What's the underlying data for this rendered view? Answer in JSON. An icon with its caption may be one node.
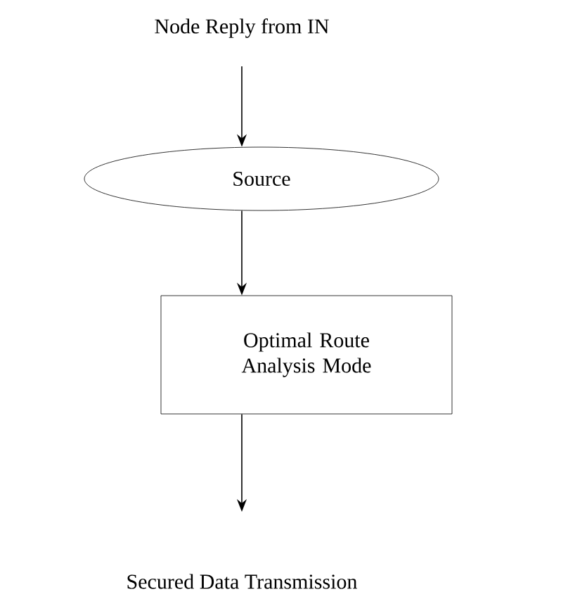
{
  "diagram": {
    "nodes": [
      {
        "text": [
          "Node Reply from IN"
        ]
      },
      {
        "text": [
          "Source"
        ]
      },
      {
        "text": [
          "Optimal Route Analysis Mode"
        ]
      },
      {
        "text": [
          "Secured Data Transmission"
        ]
      }
    ],
    "edges": [
      {
        "from": 0,
        "to": 1,
        "arrow": "to"
      },
      {
        "from": 1,
        "to": 2,
        "arrow": "to"
      },
      {
        "from": 2,
        "to": 3,
        "arrow": "to"
      }
    ]
  }
}
